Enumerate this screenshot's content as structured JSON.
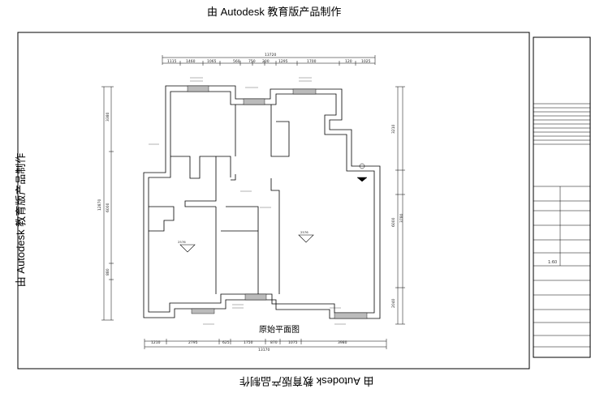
{
  "watermark": "由 Autodesk 教育版产品制作",
  "drawing_title": "原始平面图",
  "dimensions": {
    "top_total": "13720",
    "top_segments": [
      "1115",
      "1460",
      "1065",
      "560",
      "750",
      "200",
      "1295",
      "1700",
      "120",
      "1025"
    ],
    "bottom_total": "13170",
    "bottom_segments": [
      "1210",
      "2795",
      "625",
      "1750",
      "870",
      "1075",
      "3980"
    ],
    "left_total": "12870",
    "left_segments": [
      "3380",
      "6000",
      "880"
    ],
    "right_segments": [
      "3210",
      "3780",
      "6000",
      "2040"
    ]
  },
  "room_labels": {
    "bedroom_left": "2576",
    "living_room": "2576"
  },
  "title_block": {
    "scale": "1:60"
  }
}
